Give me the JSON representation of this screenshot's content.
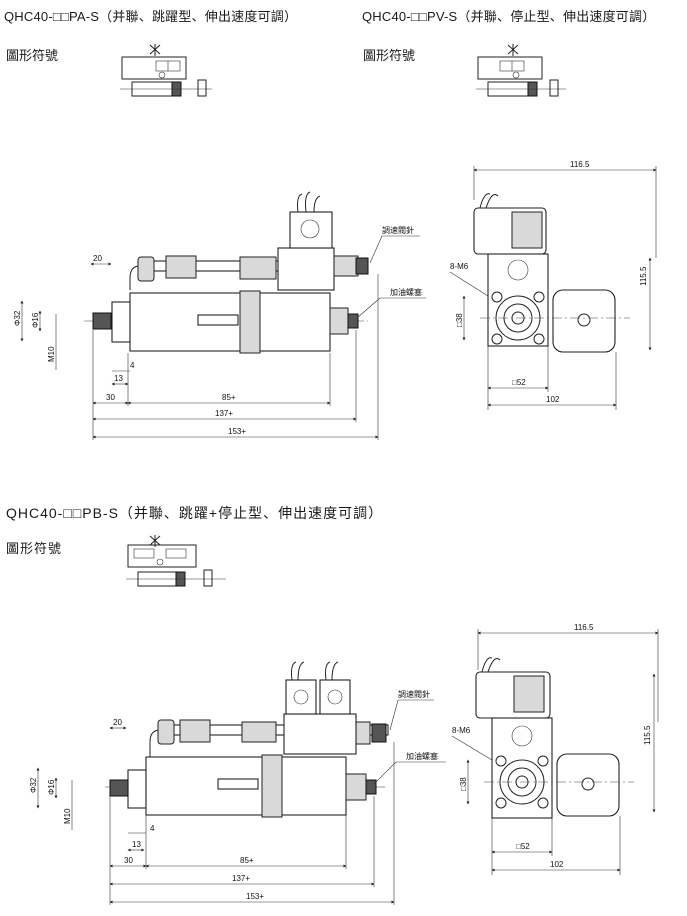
{
  "sections": [
    {
      "title": "QHC40-□□PA-S（并聯、跳躍型、伸出速度可調）",
      "symbol_label": "圖形符號",
      "callouts": {
        "speed_needle": "調速閥針",
        "oil_screw": "加油螺塞"
      },
      "side_dims": {
        "d20": "20",
        "d32": "Φ32",
        "d16": "Φ16",
        "m10": "M10",
        "d4": "4",
        "d13": "13",
        "d30": "30",
        "d85": "85+",
        "d137": "137+",
        "d153": "153+"
      },
      "end_dims": {
        "w116": "116.5",
        "h115": "115.5",
        "m6": "8-M6",
        "d38": "□38",
        "d52": "□52",
        "d102": "102"
      }
    },
    {
      "title": "QHC40-□□PV-S（并聯、停止型、伸出速度可調）",
      "symbol_label": "圖形符號"
    },
    {
      "title": "QHC40-□□PB-S（并聯、跳躍+停止型、伸出速度可調）",
      "symbol_label": "圖形符號",
      "callouts": {
        "speed_needle": "調速閥針",
        "oil_screw": "加油螺塞"
      },
      "side_dims": {
        "d20": "20",
        "d32": "Φ32",
        "d16": "Φ16",
        "m10": "M10",
        "d4": "4",
        "d13": "13",
        "d30": "30",
        "d85": "85+",
        "d137": "137+",
        "d153": "153+"
      },
      "end_dims": {
        "w116": "116.5",
        "h115": "115.5",
        "m6": "8-M6",
        "d38": "□38",
        "d52": "□52",
        "d102": "102"
      }
    }
  ]
}
